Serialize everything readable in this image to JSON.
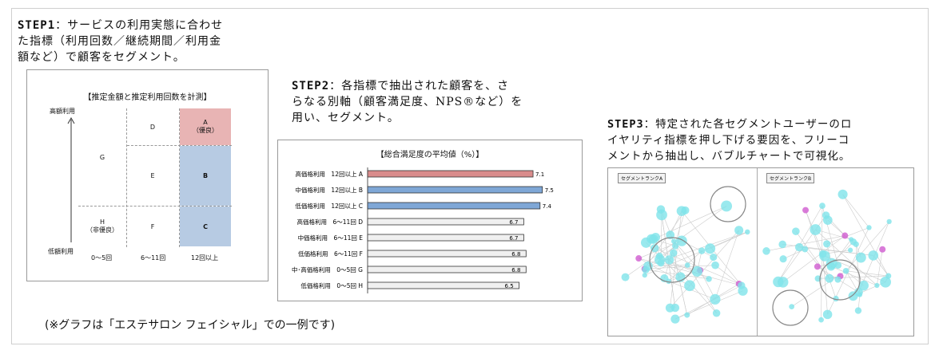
{
  "step1": {
    "label": "STEP1",
    "text_line1": "：サービスの利用実態に合わせ",
    "text_line2": "た指標（利用回数／継続期間／利用金",
    "text_line3": "額など）で顧客をセグメント。"
  },
  "step2": {
    "label": "STEP2",
    "text_line1": "：各指標で抽出された顧客を、さ",
    "text_line2": "らなる別軸（顧客満足度、NPS®など）を",
    "text_line3": "用い、セグメント。"
  },
  "step3": {
    "label": "STEP3",
    "text_line1": "：特定された各セグメントユーザーのロ",
    "text_line2": "イヤリティ指標を押し下げる要因を、フリーコ",
    "text_line3": "メントから抽出し、バブルチャートで可視化。"
  },
  "matrix": {
    "title": "【推定金額と推定利用回数を計測】",
    "y_top": "高額利用",
    "y_bottom": "低額利用",
    "x_labels": [
      "0〜5回",
      "6〜11回",
      "12回以上"
    ],
    "cells": {
      "A": "A",
      "A_sub": "（優良）",
      "B": "B",
      "C": "C",
      "D": "D",
      "E": "E",
      "F": "F",
      "G": "G",
      "H": "H",
      "H_sub": "（非優良）"
    },
    "colors": {
      "A": "#e8b4b4",
      "BC": "#b7cbe3"
    }
  },
  "chart_data": {
    "type": "bar",
    "title": "【総合満足度の平均値（%）】",
    "categories": [
      {
        "label": "高価格利用　12回以上",
        "seg": "A"
      },
      {
        "label": "中価格利用　12回以上",
        "seg": "B"
      },
      {
        "label": "低価格利用　12回以上",
        "seg": "C"
      },
      {
        "label": "高価格利用　6〜11回",
        "seg": "D"
      },
      {
        "label": "中価格利用　6〜11回",
        "seg": "E"
      },
      {
        "label": "低価格利用　6〜11回",
        "seg": "F"
      },
      {
        "label": "中･高価格利用　0〜5回",
        "seg": "G"
      },
      {
        "label": "低価格利用　0〜5回",
        "seg": "H"
      }
    ],
    "values": [
      7.1,
      7.5,
      7.4,
      6.7,
      6.7,
      6.8,
      6.8,
      6.5
    ],
    "value_labels": [
      "7.1",
      "7.5",
      "7.4",
      "6.7",
      "6.7",
      "6.8",
      "6.8",
      "6.5"
    ],
    "bar_colors": [
      "#d98c8c",
      "#7fa7d6",
      "#7fa7d6",
      "#f0f0f0",
      "#f0f0f0",
      "#f0f0f0",
      "#f0f0f0",
      "#f0f0f0"
    ],
    "xlim": [
      0,
      7.5
    ]
  },
  "bubble": {
    "left_tag": "セグメントランクA",
    "right_tag": "セグメントランクB"
  },
  "note": "(※グラフは「エステサロン フェイシャル」での一例です)"
}
